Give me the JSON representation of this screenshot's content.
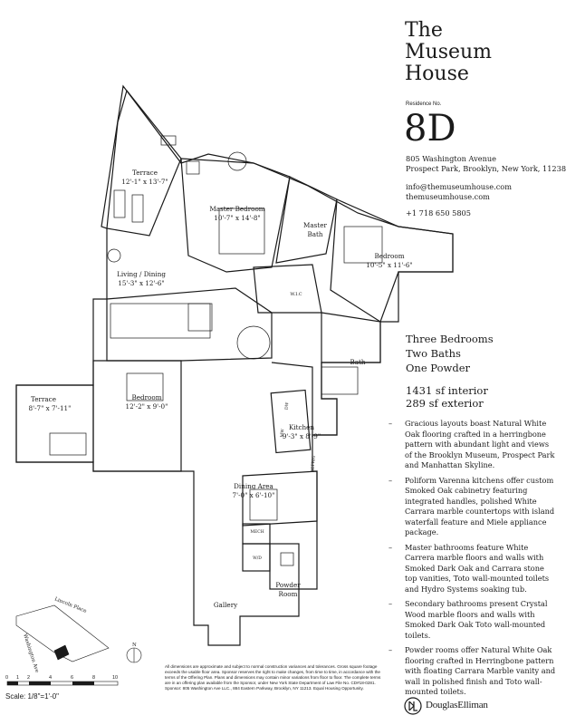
{
  "building": {
    "line1": "The",
    "line2": "Museum",
    "line3": "House"
  },
  "residence_label": "Residence No.",
  "residence_number": "8D",
  "address": {
    "street": "805 Washington Avenue",
    "city": "Prospect Park, Brooklyn, New York, 11238"
  },
  "contact": {
    "email": "info@themuseumhouse.com",
    "website": "themuseumhouse.com",
    "phone": "+1 718 650 5805"
  },
  "layout": {
    "bedrooms": "Three Bedrooms",
    "baths": "Two Baths",
    "powder": "One Powder"
  },
  "area": {
    "interior": "1431 sf interior",
    "exterior": "289 sf exterior"
  },
  "features": [
    "Gracious layouts boast Natural White Oak flooring crafted in a herringbone pattern with abundant light and views of the Brooklyn Museum, Prospect Park and Manhattan Skyline.",
    "Poliform Varenna kitchens offer custom Smoked Oak cabinetry featuring integrated handles, polished White Carrara marble countertops with island waterfall feature and Miele appliance package.",
    "Master bathrooms feature White Carrera marble floors and walls with Smoked Dark Oak and Carrara stone top vanities, Toto wall-mounted toilets and Hydro Systems soaking tub.",
    "Secondary bathrooms present Crystal Wood marble floors and walls with Smoked Dark Oak Toto wall-mounted toilets.",
    "Powder rooms offer Natural White Oak flooring crafted in Herringbone pattern with floating Carrara Marble vanity and wall in polished finish and Toto wall-mounted toilets."
  ],
  "rooms": {
    "terrace_top": {
      "name": "Terrace",
      "dim": "12'-1\" x 13'-7\""
    },
    "master_bedroom": {
      "name": "Master Bedroom",
      "dim": "10'-7\" x 14'-8\""
    },
    "master_bath": {
      "name1": "Master",
      "name2": "Bath"
    },
    "bedroom_right": {
      "name": "Bedroom",
      "dim": "10'-5\" x 11'-6\""
    },
    "living": {
      "name": "Living / Dining",
      "dim": "15'-3\" x 12'-6\""
    },
    "wic": "W.I.C",
    "bath": "Bath",
    "terrace_left": {
      "name": "Terrace",
      "dim": "8'-7\" x 7'-11\""
    },
    "bedroom_left": {
      "name": "Bedroom",
      "dim": "12'-2\" x 9'-0\""
    },
    "kitchen": {
      "name": "Kitchen",
      "dim": "9'-3\" x 8'-9\""
    },
    "mw": "MW",
    "dw": "DW",
    "refrig": "REFRIG",
    "dining": {
      "name": "Dining Area",
      "dim": "7'-0\" x 6'-10\""
    },
    "mech": "MECH",
    "wd": "W/D",
    "powder": {
      "name1": "Powder",
      "name2": "Room"
    },
    "gallery": "Gallery"
  },
  "keymap": {
    "street1": "Lincoln Place",
    "street2": "Washington Ave",
    "north": "N"
  },
  "scale": {
    "label": "Scale: 1/8\"=1'-0\"",
    "ticks": [
      "0",
      "1",
      "2",
      "4",
      "6",
      "8",
      "10"
    ]
  },
  "disclaimer": "All dimensions are approximate and subject to normal construction variances and tolerances. Gross square footage exceeds the usable floor area. Sponsor reserves the right to make changes, from time to time, in accordance with the terms of the Offering Plan. Plans and dimensions may contain minor variations from floor to floor. The complete terms are in an offering plan available from the Sponsor, under New York State Department of Law File No. CD#18-0281. Sponsor: 805 Washington Ave LLC., 884 Eastern Parkway, Brooklyn, NY 11213. Equal Housing Opportunity.",
  "broker": {
    "name": "DouglasElliman"
  }
}
